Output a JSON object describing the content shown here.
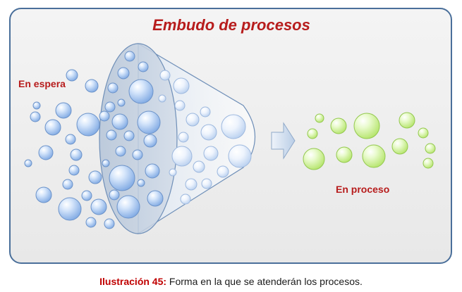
{
  "diagram": {
    "title": "Embudo de procesos",
    "waiting_label": "En espera",
    "processing_label": "En proceso",
    "colors": {
      "title": "#b71c1c",
      "label": "#b71c1c",
      "frame_border": "#4a6f9a",
      "waiting_bubble": "#8fb7ec",
      "processing_bubble": "#c8ef8a"
    }
  },
  "caption": {
    "label": "Ilustración 45:",
    "text": " Forma en la que se atenderán los procesos."
  },
  "icons": {
    "arrow": "right-arrow-icon"
  }
}
